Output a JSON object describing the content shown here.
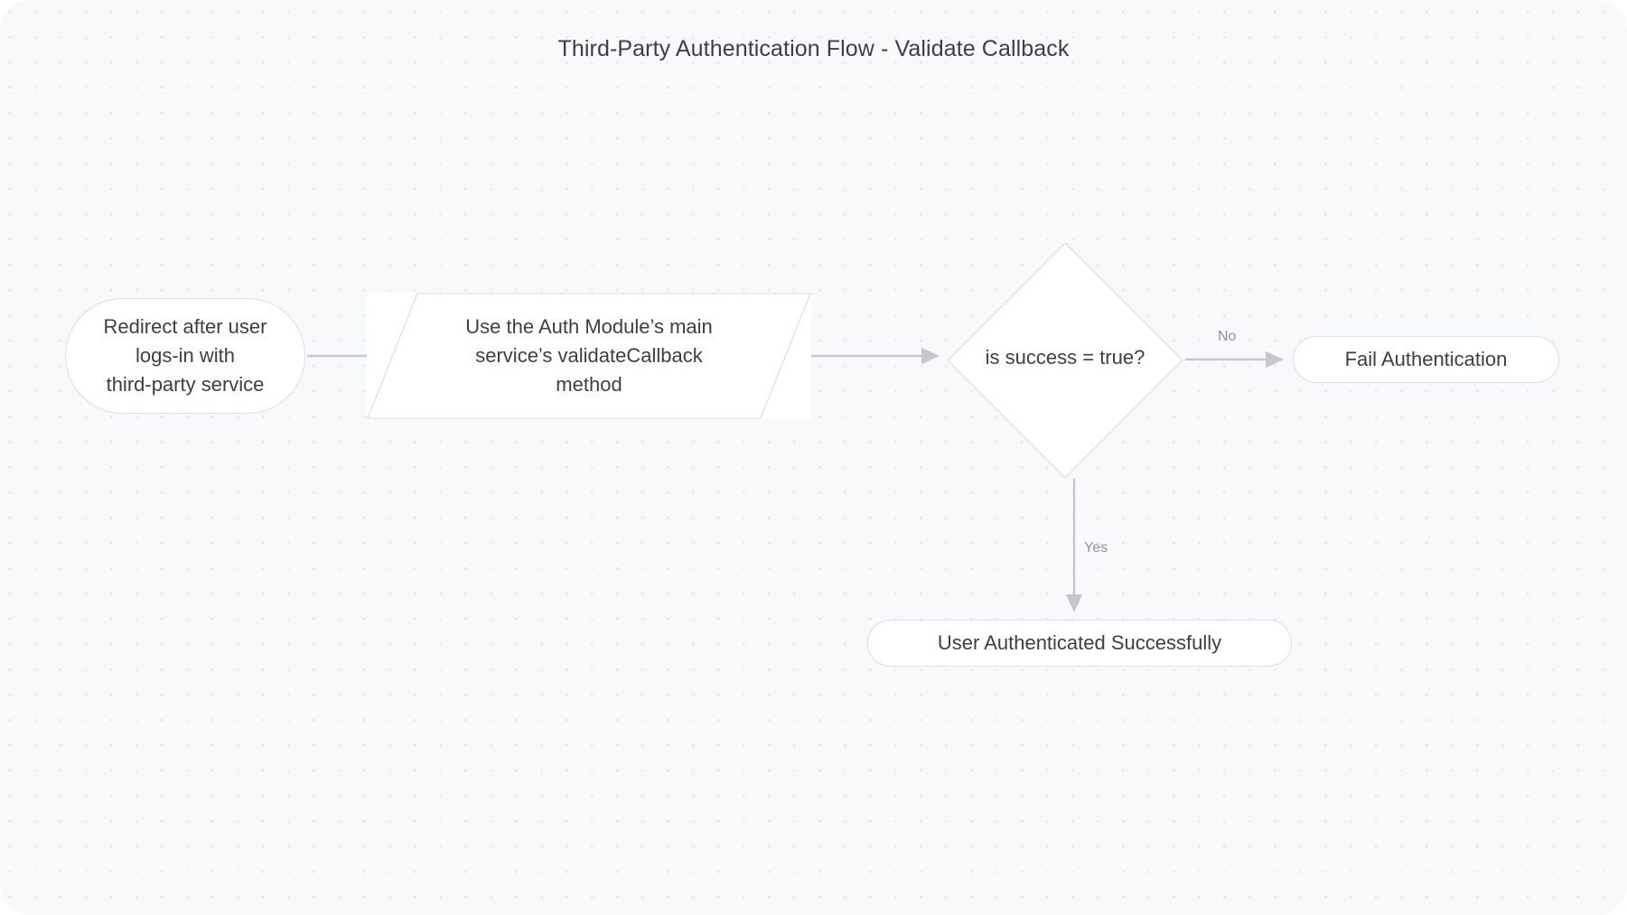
{
  "diagram": {
    "title": "Third-Party Authentication Flow - Validate Callback",
    "type": "flowchart",
    "direction": "left-to-right",
    "nodes": [
      {
        "id": "redirect",
        "shape": "stadium",
        "label": "Redirect after user logs-in with third-party service",
        "lines": [
          "Redirect after user",
          "logs-in with",
          "third-party service"
        ]
      },
      {
        "id": "validate",
        "shape": "parallelogram",
        "label": "Use the Auth Module’s main service’s validateCallback method",
        "lines": [
          "Use the Auth Module’s main",
          "service’s validateCallback",
          "method"
        ]
      },
      {
        "id": "decision",
        "shape": "diamond",
        "label": "is success = true?",
        "lines": [
          "is success = true?"
        ]
      },
      {
        "id": "fail",
        "shape": "stadium",
        "label": "Fail Authentication",
        "lines": [
          "Fail Authentication"
        ]
      },
      {
        "id": "success",
        "shape": "stadium",
        "label": "User Authenticated Successfully",
        "lines": [
          "User Authenticated Successfully"
        ]
      }
    ],
    "edges": [
      {
        "from": "redirect",
        "to": "validate",
        "label": ""
      },
      {
        "from": "validate",
        "to": "decision",
        "label": ""
      },
      {
        "from": "decision",
        "to": "fail",
        "label": "No"
      },
      {
        "from": "decision",
        "to": "success",
        "label": "Yes"
      }
    ],
    "colors": {
      "canvas_background": "#f8f9fa",
      "page_background": "#ffffff",
      "dot_grid": "#e6e7ea",
      "node_fill": "#ffffff",
      "node_border": "#dcdfe3",
      "node_text": "#3c4043",
      "edge_line": "#c5c9cd",
      "edge_label_text": "#8e9297",
      "title_text": "#3c4043"
    }
  }
}
